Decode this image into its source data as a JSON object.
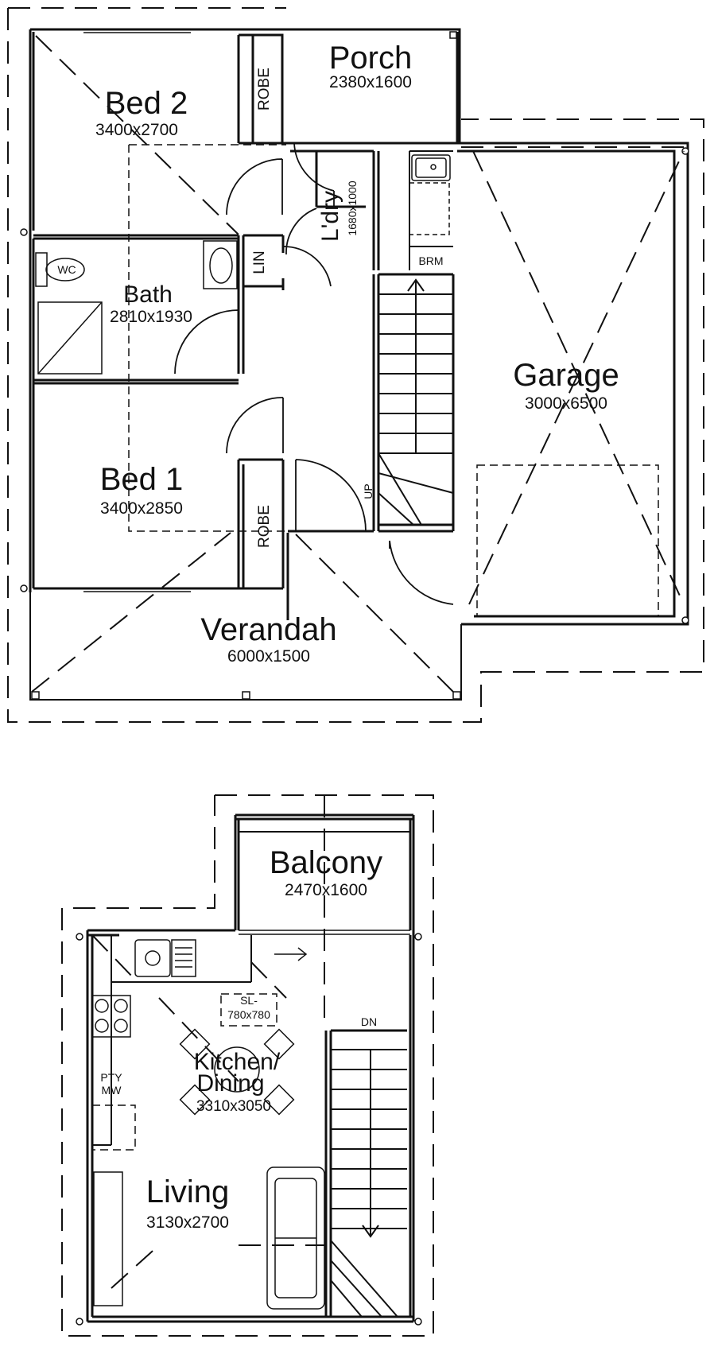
{
  "ground_floor": {
    "rooms": {
      "bed2": {
        "name": "Bed 2",
        "size": "3400x2700"
      },
      "porch": {
        "name": "Porch",
        "size": "2380x1600"
      },
      "robe_top": {
        "name": "ROBE"
      },
      "lin": {
        "name": "LIN"
      },
      "wc": {
        "name": "WC"
      },
      "bath": {
        "name": "Bath",
        "size": "2810x1930"
      },
      "laundry": {
        "name": "L'dry",
        "size": "1680x1000"
      },
      "brm": {
        "name": "BRM"
      },
      "garage": {
        "name": "Garage",
        "size": "3000x6500"
      },
      "bed1": {
        "name": "Bed 1",
        "size": "3400x2850"
      },
      "robe_bottom": {
        "name": "ROBE"
      },
      "verandah": {
        "name": "Verandah",
        "size": "6000x1500"
      }
    },
    "stair_label": "UP"
  },
  "first_floor": {
    "rooms": {
      "balcony": {
        "name": "Balcony",
        "size": "2470x1600"
      },
      "kitchen_dining": {
        "name_line1": "Kitchen/",
        "name_line2": "Dining",
        "size": "3310x3050"
      },
      "living": {
        "name": "Living",
        "size": "3130x2700"
      },
      "skylight": {
        "line1": "SL-",
        "line2": "780x780"
      },
      "pantry": {
        "line1": "PTY",
        "line2": "MW"
      }
    },
    "stair_label": "DN"
  }
}
